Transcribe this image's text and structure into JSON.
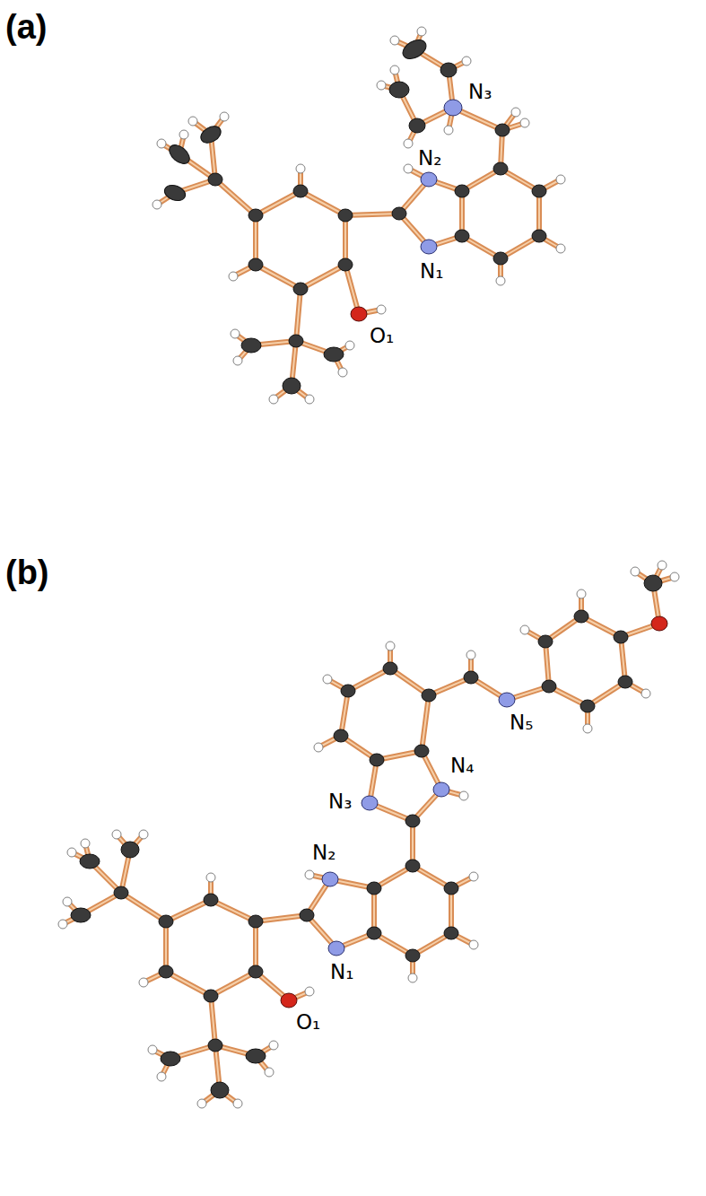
{
  "diagram": {
    "labels": [
      "(a)",
      "N₃",
      "N₂",
      "N₁",
      "O₁",
      "(b)",
      "N₅",
      "N₄",
      "N₃",
      "N₂",
      "N₁",
      "O₁"
    ]
  }
}
